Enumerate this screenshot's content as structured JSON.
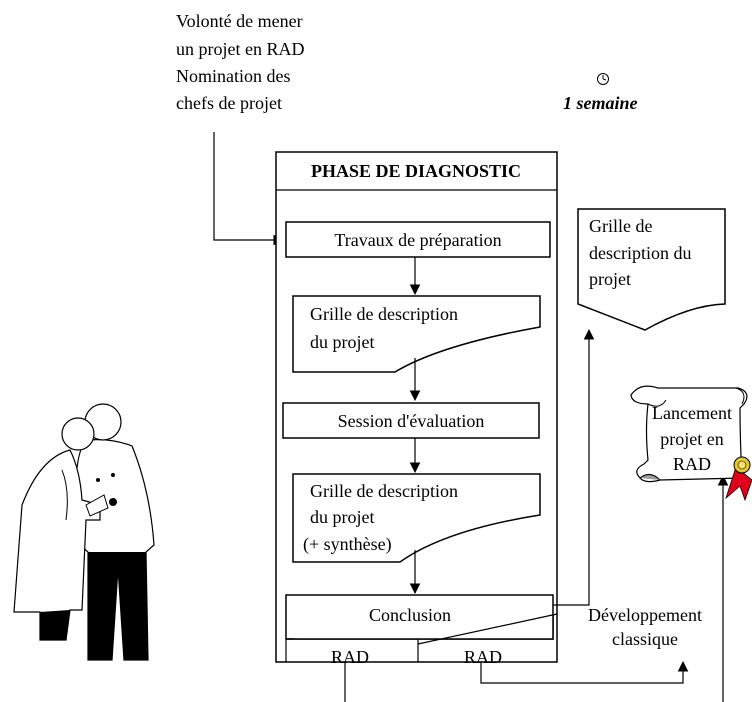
{
  "top_note": {
    "line1": "Volonté de mener",
    "line2": "un projet en RAD",
    "line3": "Nomination des",
    "line4": "chefs de projet"
  },
  "duration": {
    "icon": "clock-icon",
    "label": "1 semaine"
  },
  "phase": {
    "title": "PHASE DE DIAGNOSTIC",
    "step_preparation": "Travaux de préparation",
    "doc1": {
      "line1": "Grille de  description",
      "line2": "du  projet"
    },
    "step_evaluation": "Session d'évaluation",
    "doc2": {
      "line1": "Grille de description",
      "line2": "du projet",
      "line3": "(+ synthèse)"
    },
    "conclusion": {
      "label": "Conclusion",
      "left": "RAD",
      "right": "RAD"
    }
  },
  "side_doc": {
    "line1": "Grille de",
    "line2": "description du",
    "line3": "projet"
  },
  "launch_scroll": {
    "line1": "Lancement",
    "line2": "projet en",
    "line3": "RAD"
  },
  "classic_dev": {
    "line1": "Développement",
    "line2": "classique"
  }
}
